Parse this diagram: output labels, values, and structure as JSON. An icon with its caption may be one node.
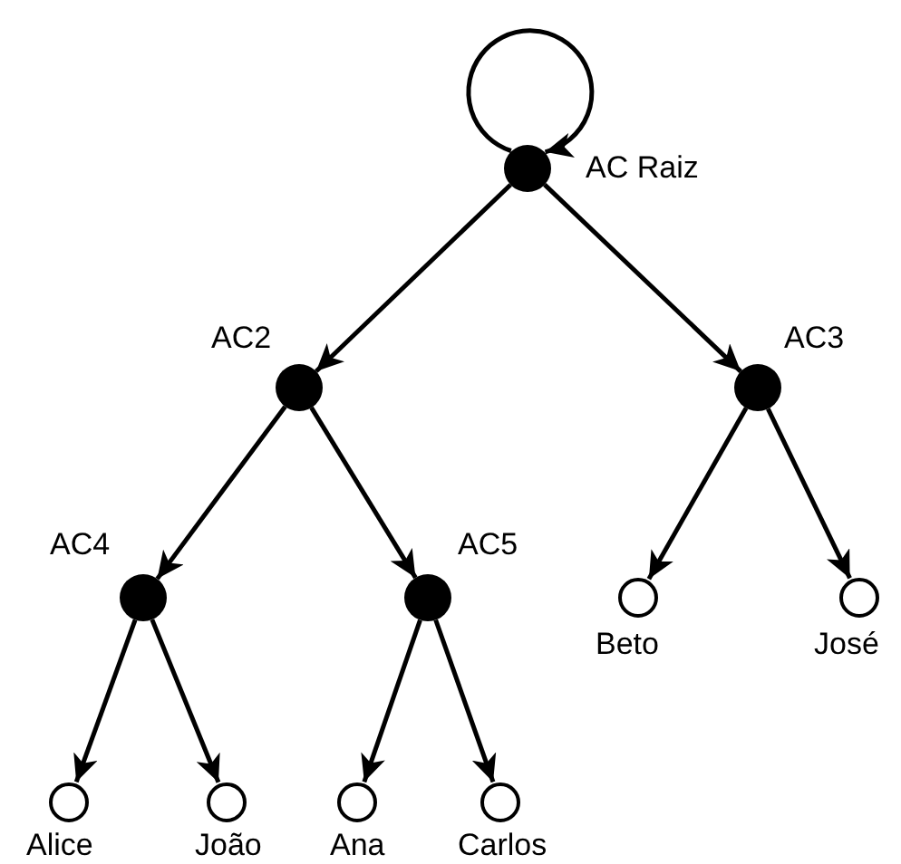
{
  "diagram": {
    "nodes": [
      {
        "text": [
          "AC Raiz"
        ]
      },
      {
        "text": [
          "AC2"
        ]
      },
      {
        "text": [
          "AC3"
        ]
      },
      {
        "text": [
          "AC4"
        ]
      },
      {
        "text": [
          "AC5"
        ]
      },
      {
        "text": [
          "Beto"
        ]
      },
      {
        "text": [
          "José"
        ]
      },
      {
        "text": [
          "Alice"
        ]
      },
      {
        "text": [
          "João"
        ]
      },
      {
        "text": [
          "Ana"
        ]
      },
      {
        "text": [
          "Carlos"
        ]
      }
    ],
    "edges": [
      {
        "from": 0,
        "to": 0,
        "arrow": "to"
      },
      {
        "from": 0,
        "to": 1,
        "arrow": "to"
      },
      {
        "from": 0,
        "to": 2,
        "arrow": "to"
      },
      {
        "from": 1,
        "to": 3,
        "arrow": "to"
      },
      {
        "from": 1,
        "to": 4,
        "arrow": "to"
      },
      {
        "from": 2,
        "to": 5,
        "arrow": "to"
      },
      {
        "from": 2,
        "to": 6,
        "arrow": "to"
      },
      {
        "from": 3,
        "to": 7,
        "arrow": "to"
      },
      {
        "from": 3,
        "to": 8,
        "arrow": "to"
      },
      {
        "from": 4,
        "to": 9,
        "arrow": "to"
      },
      {
        "from": 4,
        "to": 10,
        "arrow": "to"
      }
    ]
  }
}
